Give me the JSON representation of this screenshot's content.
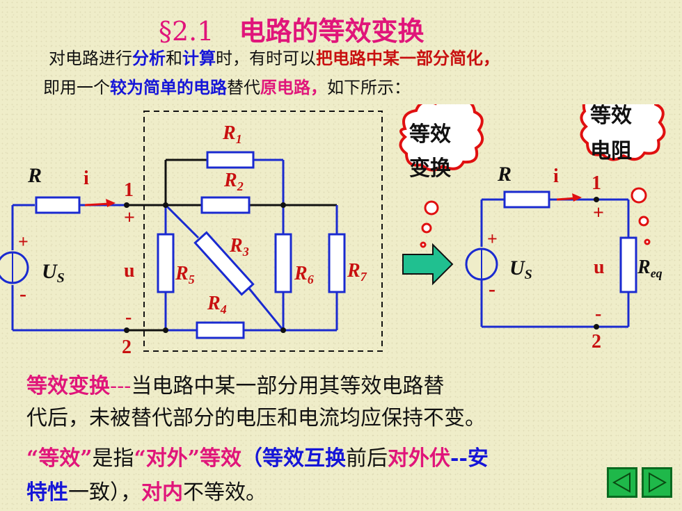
{
  "title": {
    "section": "§2.1",
    "text": "电路的等效变换"
  },
  "intro": {
    "line1": [
      {
        "t": "对电路进行",
        "c": "black"
      },
      {
        "t": "分析",
        "c": "blue"
      },
      {
        "t": "和",
        "c": "black"
      },
      {
        "t": "计算",
        "c": "blue"
      },
      {
        "t": "时，有时可以",
        "c": "black"
      },
      {
        "t": "把电路中某一部分简化",
        "c": "red"
      },
      {
        "t": "，",
        "c": "red"
      }
    ],
    "line2": [
      {
        "t": "即用一个",
        "c": "black"
      },
      {
        "t": "较为简单的电路",
        "c": "blue"
      },
      {
        "t": "替代",
        "c": "black"
      },
      {
        "t": "原电路，",
        "c": "pink"
      },
      {
        "t": "如下所示：",
        "c": "black"
      }
    ]
  },
  "circuit_left": {
    "R": "R",
    "i": "i",
    "node1": "1",
    "node2": "2",
    "plus": "+",
    "minus": "-",
    "u": "u",
    "Us": "U",
    "Us_sub": "S",
    "R1": "R",
    "R1_sub": "1",
    "R2": "R",
    "R2_sub": "2",
    "R3": "R",
    "R3_sub": "3",
    "R4": "R",
    "R4_sub": "4",
    "R5": "R",
    "R5_sub": "5",
    "R6": "R",
    "R6_sub": "6",
    "R7": "R",
    "R7_sub": "7"
  },
  "circuit_right": {
    "R": "R",
    "i": "i",
    "node1": "1",
    "node2": "2",
    "plus": "+",
    "minus": "-",
    "u": "u",
    "Us": "U",
    "Us_sub": "S",
    "Req": "R",
    "Req_sub": "eq"
  },
  "clouds": {
    "transform_line1": "等效",
    "transform_line2": "变换",
    "resistance_line1": "等效",
    "resistance_line2": "电阻"
  },
  "bottom": {
    "def_term": "等效变换",
    "def_dash": "---",
    "def_rest1": "当电路中某一部分用其等效电路替",
    "def_rest2": "代后，未被替代部分的电压和电流均应保持不变。",
    "line3": [
      {
        "t": "“等效”",
        "c": "pink"
      },
      {
        "t": "是指",
        "c": "black"
      },
      {
        "t": "“对外”等效",
        "c": "pink"
      },
      {
        "t": "（等效互换",
        "c": "blue"
      },
      {
        "t": "前后",
        "c": "black"
      },
      {
        "t": "对外伏",
        "c": "pink"
      },
      {
        "t": "--安",
        "c": "blue"
      }
    ],
    "line4": [
      {
        "t": "特性",
        "c": "blue"
      },
      {
        "t": "一致），",
        "c": "black"
      },
      {
        "t": "对内",
        "c": "pink"
      },
      {
        "t": "不等效。",
        "c": "black"
      }
    ]
  },
  "nav": {
    "prev": "previous-slide",
    "next": "next-slide"
  },
  "colors": {
    "accent_pink": "#e0157a",
    "blue": "#1515d8",
    "red": "#c81010",
    "arrow_green": "#1fb88a",
    "bg": "#efedc9"
  }
}
